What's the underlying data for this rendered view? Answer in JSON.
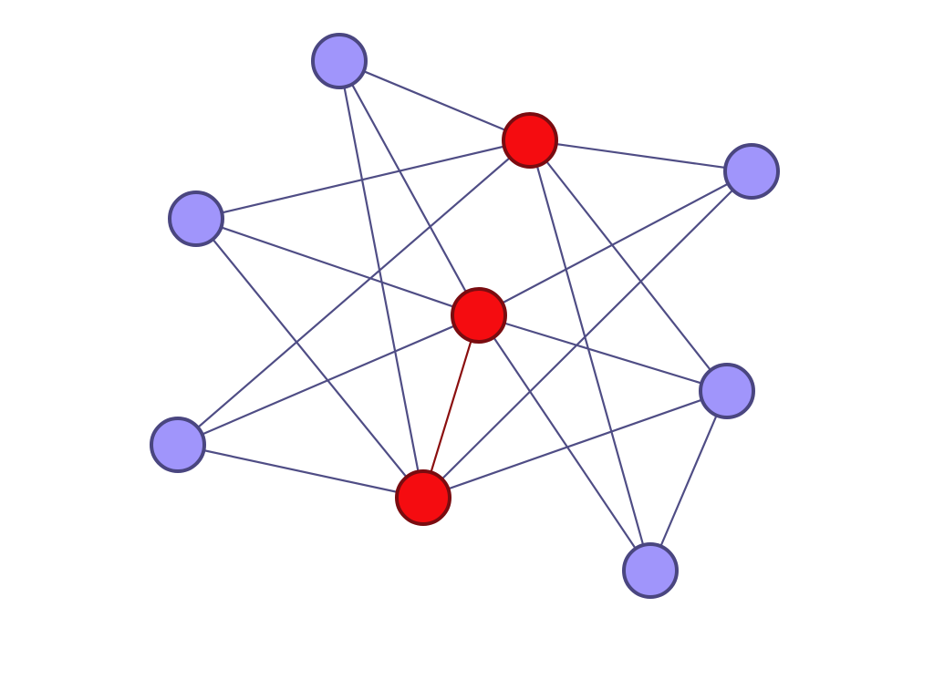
{
  "graph": {
    "colors": {
      "edge": "#4f4d85",
      "highlight_edge": "#8b0f0f",
      "node_default_fill": "#a095fb",
      "node_default_stroke": "#4a4680",
      "node_selected_fill": "#f50c10",
      "node_selected_stroke": "#7a0c10",
      "background": "#ffffff"
    },
    "nodes": [
      {
        "id": "n1",
        "state": "default"
      },
      {
        "id": "n2",
        "state": "selected"
      },
      {
        "id": "n3",
        "state": "default"
      },
      {
        "id": "n4",
        "state": "default"
      },
      {
        "id": "n5",
        "state": "selected"
      },
      {
        "id": "n6",
        "state": "default"
      },
      {
        "id": "n7",
        "state": "default"
      },
      {
        "id": "n8",
        "state": "selected"
      },
      {
        "id": "n9",
        "state": "default"
      }
    ],
    "edges": [
      {
        "source": "n1",
        "target": "n2",
        "highlighted": false
      },
      {
        "source": "n1",
        "target": "n5",
        "highlighted": false
      },
      {
        "source": "n1",
        "target": "n8",
        "highlighted": false
      },
      {
        "source": "n2",
        "target": "n3",
        "highlighted": false
      },
      {
        "source": "n2",
        "target": "n4",
        "highlighted": false
      },
      {
        "source": "n2",
        "target": "n6",
        "highlighted": false
      },
      {
        "source": "n2",
        "target": "n7",
        "highlighted": false
      },
      {
        "source": "n2",
        "target": "n9",
        "highlighted": false
      },
      {
        "source": "n3",
        "target": "n8",
        "highlighted": false
      },
      {
        "source": "n3",
        "target": "n5",
        "highlighted": false
      },
      {
        "source": "n4",
        "target": "n5",
        "highlighted": false
      },
      {
        "source": "n4",
        "target": "n8",
        "highlighted": false
      },
      {
        "source": "n5",
        "target": "n7",
        "highlighted": false
      },
      {
        "source": "n5",
        "target": "n9",
        "highlighted": false
      },
      {
        "source": "n6",
        "target": "n5",
        "highlighted": false
      },
      {
        "source": "n6",
        "target": "n8",
        "highlighted": false
      },
      {
        "source": "n6",
        "target": "n9",
        "highlighted": false
      },
      {
        "source": "n7",
        "target": "n8",
        "highlighted": false
      },
      {
        "source": "n5",
        "target": "n8",
        "highlighted": true
      }
    ]
  }
}
